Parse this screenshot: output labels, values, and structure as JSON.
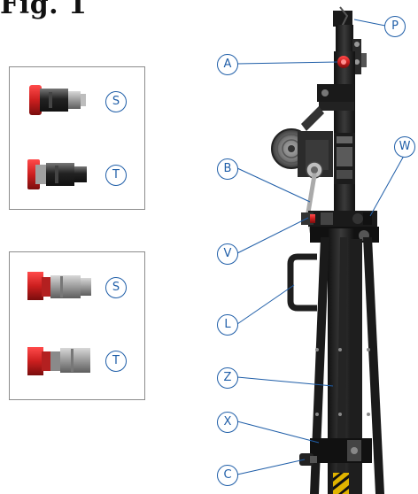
{
  "figure": {
    "title": "Fig. 1"
  },
  "panels": [
    {
      "name": "connector-panel-top",
      "items": [
        {
          "label": "S"
        },
        {
          "label": "T"
        }
      ]
    },
    {
      "name": "connector-panel-bottom",
      "items": [
        {
          "label": "S"
        },
        {
          "label": "T"
        }
      ]
    }
  ],
  "callouts": {
    "P": "P",
    "A": "A",
    "B": "B",
    "W": "W",
    "V": "V",
    "L": "L",
    "Z": "Z",
    "X": "X",
    "C": "C"
  },
  "colors": {
    "callout": "#1f5ea8",
    "red": "#cc1f1f",
    "body": "#1e1e1e",
    "steel": "#8a8a8a"
  }
}
